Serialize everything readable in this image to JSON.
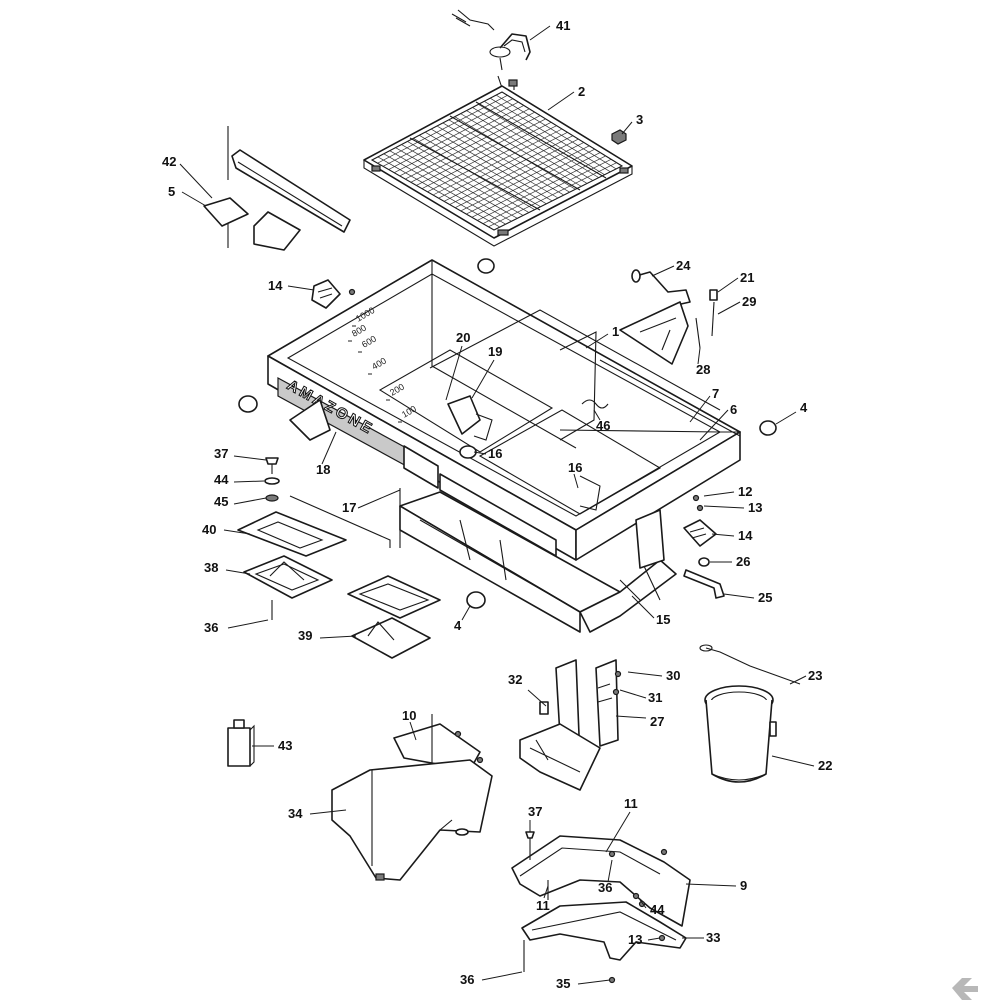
{
  "diagram": {
    "brand_text": "AMAZONE",
    "scale_marks": [
      "1000",
      "800",
      "600",
      "400",
      "200",
      "100"
    ],
    "corner_logo_icon": "k-logo-icon",
    "callouts": [
      {
        "id": "c41",
        "label": "41"
      },
      {
        "id": "c2",
        "label": "2"
      },
      {
        "id": "c3",
        "label": "3"
      },
      {
        "id": "c42",
        "label": "42"
      },
      {
        "id": "c5",
        "label": "5"
      },
      {
        "id": "c14a",
        "label": "14"
      },
      {
        "id": "c24",
        "label": "24"
      },
      {
        "id": "c21",
        "label": "21"
      },
      {
        "id": "c29",
        "label": "29"
      },
      {
        "id": "c1",
        "label": "1"
      },
      {
        "id": "c20",
        "label": "20"
      },
      {
        "id": "c19",
        "label": "19"
      },
      {
        "id": "c28",
        "label": "28"
      },
      {
        "id": "c7",
        "label": "7"
      },
      {
        "id": "c6",
        "label": "6"
      },
      {
        "id": "c4a",
        "label": "4"
      },
      {
        "id": "c46",
        "label": "46"
      },
      {
        "id": "c16a",
        "label": "16"
      },
      {
        "id": "c37a",
        "label": "37"
      },
      {
        "id": "c18",
        "label": "18"
      },
      {
        "id": "c16b",
        "label": "16"
      },
      {
        "id": "c44a",
        "label": "44"
      },
      {
        "id": "c12",
        "label": "12"
      },
      {
        "id": "c45",
        "label": "45"
      },
      {
        "id": "c17",
        "label": "17"
      },
      {
        "id": "c13a",
        "label": "13"
      },
      {
        "id": "c40",
        "label": "40"
      },
      {
        "id": "c14b",
        "label": "14"
      },
      {
        "id": "c26",
        "label": "26"
      },
      {
        "id": "c38",
        "label": "38"
      },
      {
        "id": "c25",
        "label": "25"
      },
      {
        "id": "c15",
        "label": "15"
      },
      {
        "id": "c4b",
        "label": "4"
      },
      {
        "id": "c36a",
        "label": "36"
      },
      {
        "id": "c39",
        "label": "39"
      },
      {
        "id": "c30",
        "label": "30"
      },
      {
        "id": "c23",
        "label": "23"
      },
      {
        "id": "c32",
        "label": "32"
      },
      {
        "id": "c31",
        "label": "31"
      },
      {
        "id": "c10",
        "label": "10"
      },
      {
        "id": "c27",
        "label": "27"
      },
      {
        "id": "c43",
        "label": "43"
      },
      {
        "id": "c22",
        "label": "22"
      },
      {
        "id": "c11a",
        "label": "11"
      },
      {
        "id": "c34",
        "label": "34"
      },
      {
        "id": "c37b",
        "label": "37"
      },
      {
        "id": "c9",
        "label": "9"
      },
      {
        "id": "c36b",
        "label": "36"
      },
      {
        "id": "c11b",
        "label": "11"
      },
      {
        "id": "c44b",
        "label": "44"
      },
      {
        "id": "c13b",
        "label": "13"
      },
      {
        "id": "c33",
        "label": "33"
      },
      {
        "id": "c36c",
        "label": "36"
      },
      {
        "id": "c35",
        "label": "35"
      }
    ]
  }
}
